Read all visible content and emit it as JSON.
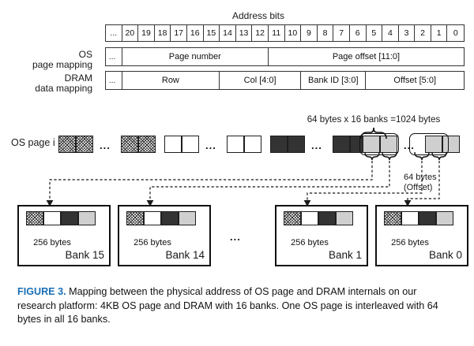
{
  "figure": {
    "title_label": "Address bits",
    "caption_prefix": "FIGURE 3.",
    "caption_text": "Mapping between the physical address of OS page and DRAM internals on our research platform: 4KB OS page and DRAM with 16 banks. One OS page is interleaved with 64 bytes in all 16 banks.",
    "accent_color": "#1a6fb5"
  },
  "address_bits": {
    "ellipsis": "...",
    "bits": [
      "20",
      "19",
      "18",
      "17",
      "16",
      "15",
      "14",
      "13",
      "12",
      "11",
      "10",
      "9",
      "8",
      "7",
      "6",
      "5",
      "4",
      "3",
      "2",
      "1",
      "0"
    ]
  },
  "os_mapping": {
    "row_label_line1": "OS",
    "row_label_line2": "page mapping",
    "lead": "...",
    "fields": [
      {
        "name": "Page number",
        "bits_span": 9
      },
      {
        "name": "Page offset [11:0]",
        "bits_span": 12
      }
    ]
  },
  "dram_mapping": {
    "row_label_line1": "DRAM",
    "row_label_line2": "data mapping",
    "lead": "...",
    "fields": [
      {
        "name": "Row",
        "bits_span": 6
      },
      {
        "name": "Col [4:0]",
        "bits_span": 5
      },
      {
        "name": "Bank ID [3:0]",
        "bits_span": 4
      },
      {
        "name": "Offset [5:0]",
        "bits_span": 6
      }
    ]
  },
  "os_page_strip": {
    "label": "OS page i",
    "brace_label": "64 bytes x 16 banks =1024 bytes",
    "offset_label_line1": "64 bytes",
    "offset_label_line2": "(Offset)",
    "ellipsis": "...",
    "segments": [
      {
        "fill": "hatch"
      },
      {
        "fill": "hatch"
      },
      {
        "fill": "hatch"
      },
      {
        "fill": "hatch"
      },
      {
        "fill": "white"
      },
      {
        "fill": "white"
      },
      {
        "fill": "white"
      },
      {
        "fill": "white"
      },
      {
        "fill": "dark"
      },
      {
        "fill": "dark"
      },
      {
        "fill": "dark"
      },
      {
        "fill": "dark"
      },
      {
        "fill": "grey"
      },
      {
        "fill": "grey"
      },
      {
        "fill": "grey"
      },
      {
        "fill": "grey"
      }
    ]
  },
  "banks": {
    "ellipsis": "...",
    "size_label": "256 bytes",
    "items": [
      {
        "name": "Bank 15",
        "cells": [
          "hatch",
          "white",
          "dark",
          "grey"
        ]
      },
      {
        "name": "Bank 14",
        "cells": [
          "hatch",
          "white",
          "dark",
          "grey"
        ]
      },
      {
        "name": "Bank 1",
        "cells": [
          "hatch",
          "white",
          "dark",
          "grey"
        ]
      },
      {
        "name": "Bank 0",
        "cells": [
          "hatch",
          "white",
          "dark",
          "grey"
        ]
      }
    ]
  }
}
